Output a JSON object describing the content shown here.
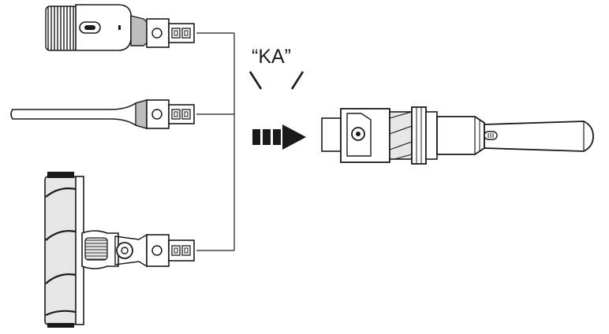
{
  "diagram": {
    "callout_text": "“KA”",
    "ink_color": "#1a1a1a",
    "paper_color": "#ffffff",
    "grey_color": "#bdbdbd",
    "light_grey_color": "#e6e6e6",
    "accessories": [
      {
        "name": "dusting-brush-attachment"
      },
      {
        "name": "crevice-tool-attachment"
      },
      {
        "name": "motorized-floor-head-attachment"
      }
    ],
    "target": {
      "name": "handheld-vacuum-body"
    },
    "arrow": {
      "name": "insertion-direction-arrow"
    }
  }
}
